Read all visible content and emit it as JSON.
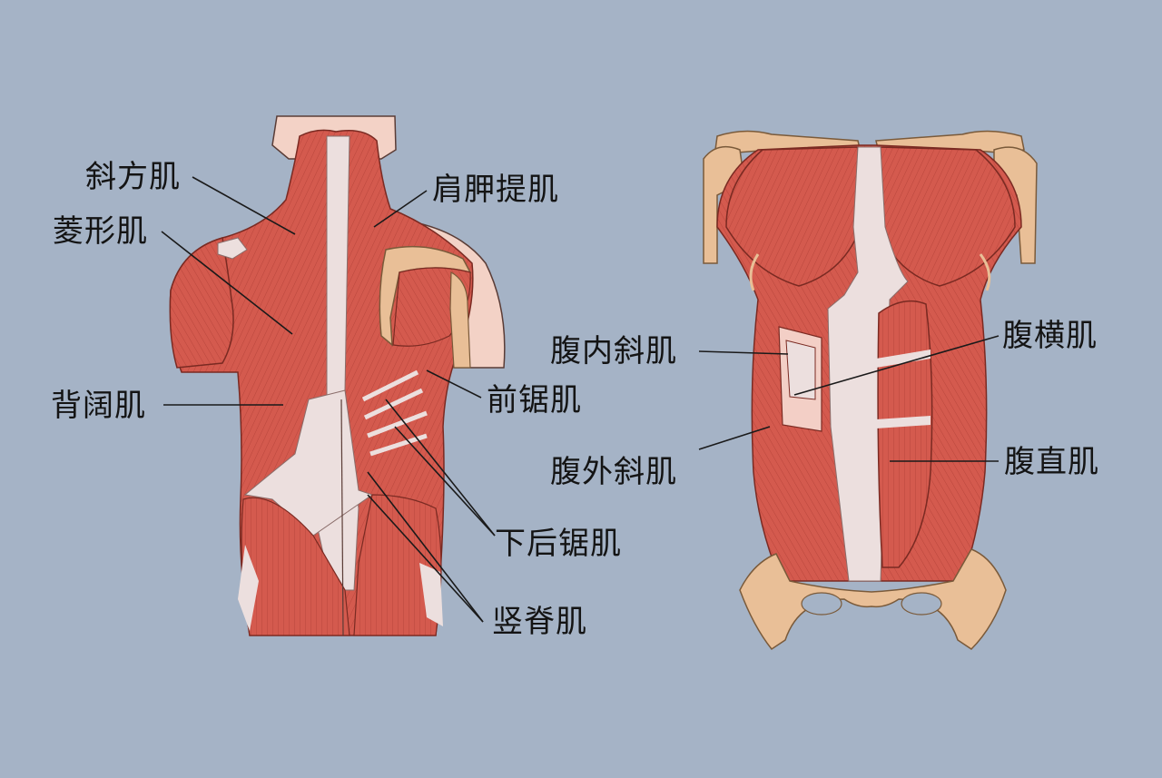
{
  "colors": {
    "background": "#a5b3c6",
    "muscle": "#d45a4e",
    "muscle_dark": "#a8392f",
    "tendon": "#ecdfde",
    "bone": "#e9bf97",
    "skin": "#f3d2c6",
    "leader_line": "#1a1a1a"
  },
  "figures": [
    {
      "name": "back-muscles",
      "view": "posterior"
    },
    {
      "name": "trunk-muscles",
      "view": "anterior"
    }
  ],
  "labels": {
    "trapezius": "斜方肌",
    "rhomboid": "菱形肌",
    "levator_scapulae": "肩胛提肌",
    "latissimus_dorsi": "背阔肌",
    "serratus_anterior": "前锯肌",
    "serratus_posterior_inferior": "下后锯肌",
    "erector_spinae": "竖脊肌",
    "internal_oblique": "腹内斜肌",
    "transversus_abdominis": "腹横肌",
    "external_oblique": "腹外斜肌",
    "rectus_abdominis": "腹直肌"
  }
}
